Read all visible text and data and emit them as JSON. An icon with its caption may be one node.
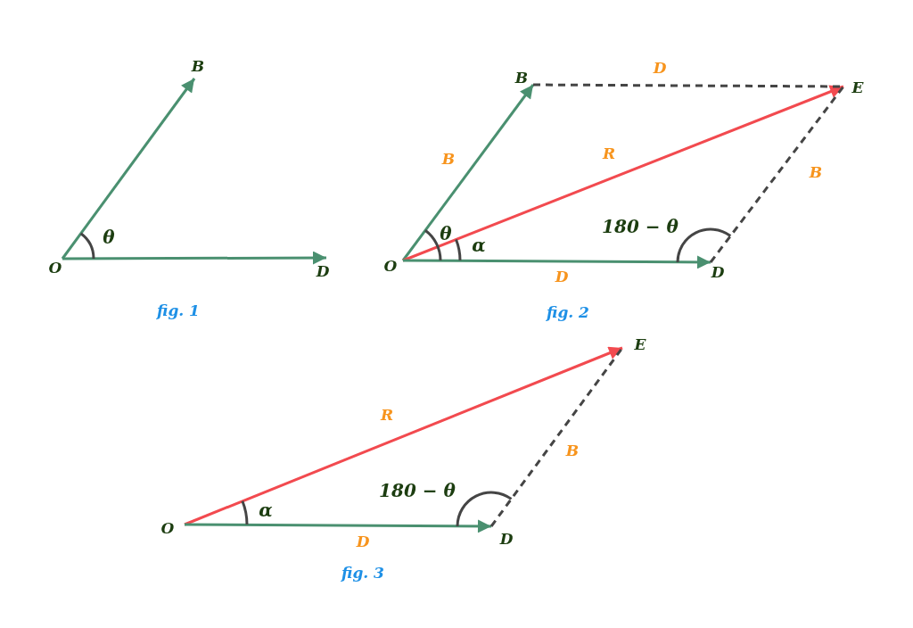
{
  "diagram": {
    "nodes": [
      {
        "text": [
          "O"
        ]
      },
      {
        "text": [
          "B"
        ]
      },
      {
        "text": [
          "D"
        ]
      },
      {
        "text": [
          "O"
        ]
      },
      {
        "text": [
          "B"
        ]
      },
      {
        "text": [
          "E"
        ]
      },
      {
        "text": [
          "D"
        ]
      },
      {
        "text": [
          "O"
        ]
      },
      {
        "text": [
          "E"
        ]
      },
      {
        "text": [
          "D"
        ]
      }
    ],
    "edges": [
      {
        "from": 0,
        "to": 1,
        "arrow": "to"
      },
      {
        "from": 0,
        "to": 2,
        "arrow": "to"
      },
      {
        "from": 3,
        "to": 4,
        "arrow": "to",
        "label": "B"
      },
      {
        "from": 3,
        "to": 5,
        "arrow": "to",
        "label": "R",
        "color": "#f24a4f"
      },
      {
        "from": 3,
        "to": 6,
        "arrow": "to",
        "label": "D"
      },
      {
        "from": 4,
        "to": 5,
        "arrow": "none",
        "label": "D",
        "style": "dashed",
        "color": "#454545"
      },
      {
        "from": 6,
        "to": 5,
        "arrow": "none",
        "label": "B",
        "style": "dashed",
        "color": "#454545"
      },
      {
        "from": 7,
        "to": 8,
        "arrow": "to",
        "label": "R",
        "color": "#f24a4f"
      },
      {
        "from": 7,
        "to": 9,
        "arrow": "to",
        "label": "D"
      },
      {
        "from": 9,
        "to": 8,
        "arrow": "none",
        "label": "B",
        "style": "dashed",
        "color": "#454545"
      }
    ],
    "labels": [
      "θ",
      "fig. 1",
      "θ",
      "α",
      "180 − θ",
      "fig. 2",
      "α",
      "180 − θ",
      "fig. 3"
    ]
  }
}
